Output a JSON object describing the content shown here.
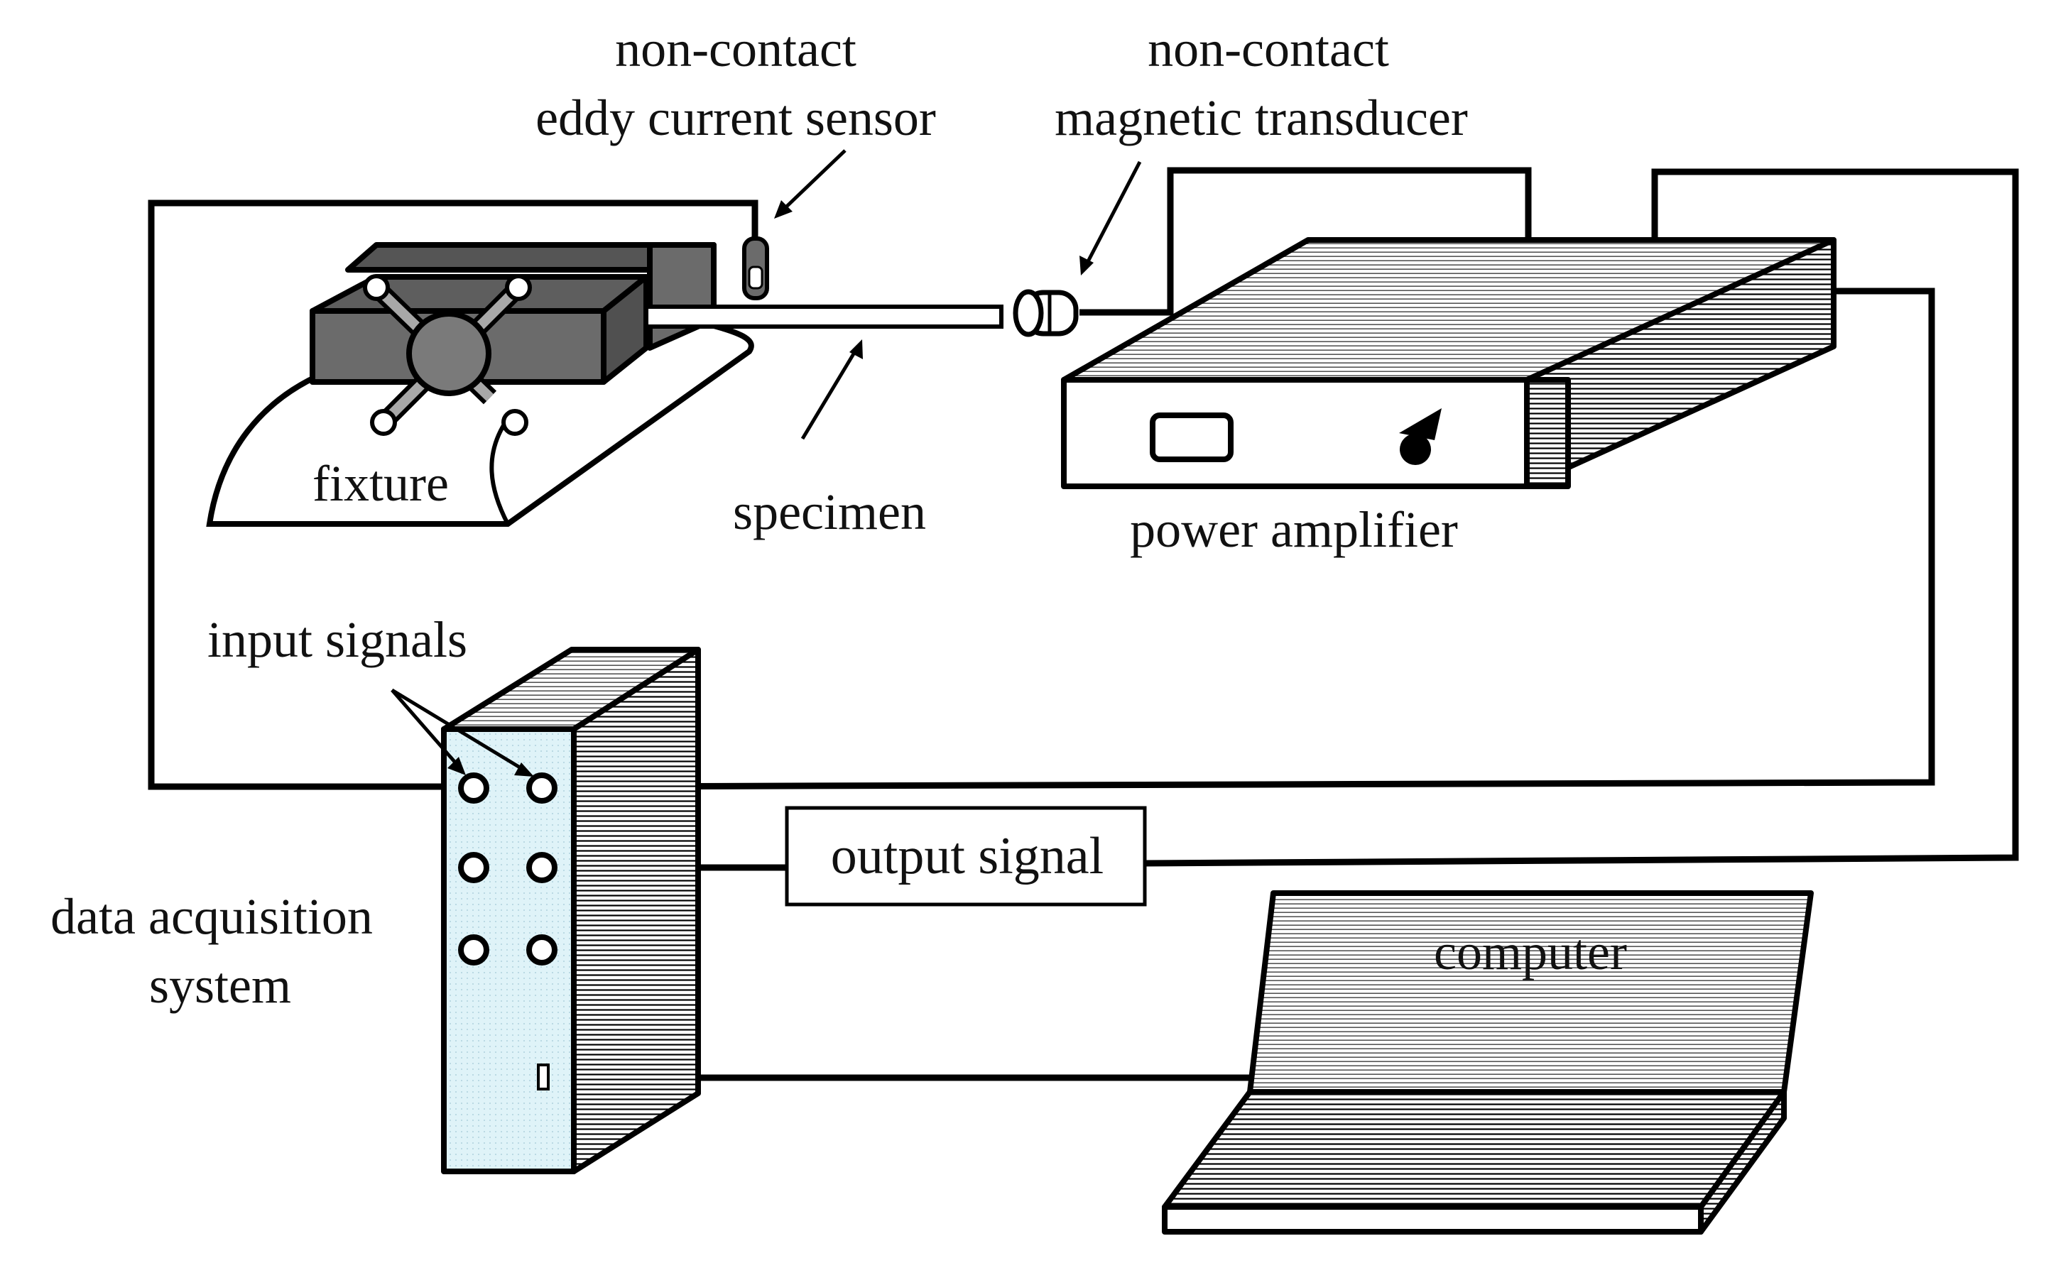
{
  "labels": {
    "eddy_sensor_line1": "non-contact",
    "eddy_sensor_line2": "eddy current sensor",
    "magnetic_transducer_line1": "non-contact",
    "magnetic_transducer_line2": "magnetic transducer",
    "fixture": "fixture",
    "specimen": "specimen",
    "power_amplifier": "power amplifier",
    "input_signals": "input signals",
    "output_signal": "output signal",
    "data_acquisition_line1": "data acquisition",
    "data_acquisition_line2": "system",
    "computer": "computer"
  },
  "colors": {
    "daq_front": "#dff3f8",
    "fixture_body": "#6b6b6b",
    "hatch": "#000000",
    "line": "#000000"
  }
}
